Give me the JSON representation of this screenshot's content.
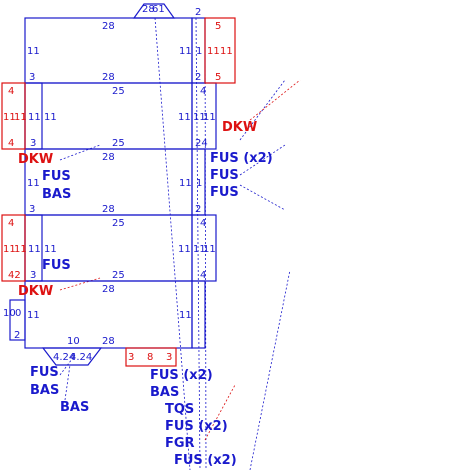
{
  "colors": {
    "blue": "#1a1acc",
    "red": "#dd1111",
    "white": "#ffffff"
  },
  "dims": {
    "top_tab": "28",
    "top_tab_b": "61",
    "top_right_a": "2",
    "top_right_b": "5",
    "p1_top": "28",
    "p1_left": "11",
    "p1_right": "11",
    "p1_right_b": "1",
    "side_r1": "11",
    "side_r2": "11",
    "p1_corner": "3",
    "p1_bottom": "28",
    "p1_corner_r": "2",
    "side_r_bottom": "5",
    "p2_top": "25",
    "p2_tl": "4",
    "p2_tr": "4",
    "p2_left_a": "11",
    "p2_left_b": "11",
    "p2_left_c": "11",
    "p2_left_d": "11",
    "p2_right_a": "11",
    "p2_right_b": "11",
    "p2_right_c": "11",
    "p2_bl_a": "4",
    "p2_bl_b": "3",
    "p2_bottom": "25",
    "p2_br": "24",
    "p3_top": "28",
    "p3_left": "11",
    "p3_right": "11",
    "p3_right_b": "1",
    "p3_corner": "3",
    "p3_bottom": "28",
    "p3_corner_r": "2",
    "p4_top": "25",
    "p4_tl": "4",
    "p4_tr": "4",
    "p4_left_a": "11",
    "p4_left_b": "11",
    "p4_left_c": "11",
    "p4_left_d": "11",
    "p4_right_a": "11",
    "p4_right_b": "11",
    "p4_right_c": "11",
    "p4_bl_a": "42",
    "p4_bl_b": "3",
    "p4_bottom": "25",
    "p4_br": "4",
    "p5_top": "28",
    "p5_left_a": "10",
    "p5_left_b": "0",
    "p5_left_c": "11",
    "p5_right": "11",
    "p5_corner": "2",
    "p5_bottom_a": "10",
    "p5_bottom_b": "28",
    "p5_tab_a": "4.24",
    "p5_tab_b": "4.24",
    "red_tab_a": "3",
    "red_tab_b": "8",
    "red_tab_c": "3"
  },
  "labels": {
    "dkw_1": "DKW",
    "dkw_2": "DKW",
    "dkw_3": "DKW",
    "fus_x2_1": "FUS (x2)",
    "fus_1": "FUS",
    "fus_2": "FUS",
    "fus_3": "FUS",
    "bas_1": "BAS",
    "fus_4": "FUS",
    "fus_5": "FUS",
    "bas_2": "BAS",
    "bas_3": "BAS",
    "fus_x2_2": "FUS (x2)",
    "bas_4": "BAS",
    "tqs": "TQS",
    "fus_x2_3": "FUS (x2)",
    "fgr": "FGR",
    "fus_x2_4": "FUS (x2)"
  }
}
